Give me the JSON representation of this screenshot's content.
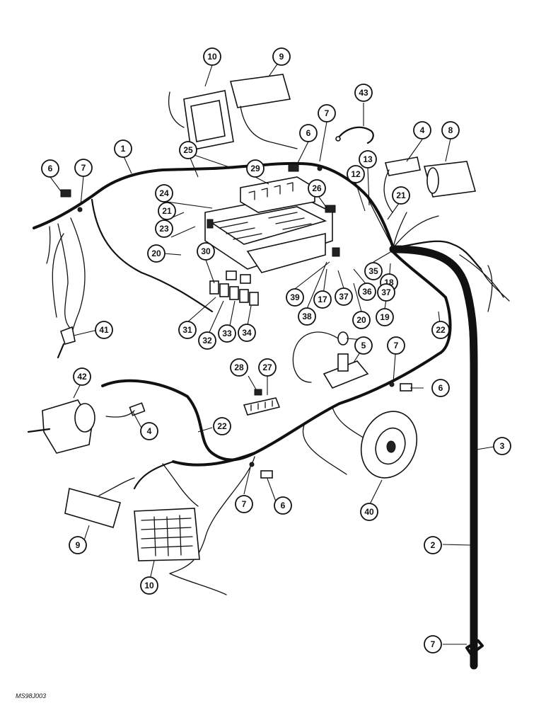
{
  "figure_code": "MS98J003",
  "callouts": [
    {
      "id": "c1",
      "label": "1"
    },
    {
      "id": "c2",
      "label": "2"
    },
    {
      "id": "c3",
      "label": "3"
    },
    {
      "id": "c4a",
      "label": "4"
    },
    {
      "id": "c4b",
      "label": "4"
    },
    {
      "id": "c5",
      "label": "5"
    },
    {
      "id": "c6a",
      "label": "6"
    },
    {
      "id": "c6b",
      "label": "6"
    },
    {
      "id": "c6c",
      "label": "6"
    },
    {
      "id": "c6d",
      "label": "6"
    },
    {
      "id": "c7a",
      "label": "7"
    },
    {
      "id": "c7b",
      "label": "7"
    },
    {
      "id": "c7c",
      "label": "7"
    },
    {
      "id": "c7d",
      "label": "7"
    },
    {
      "id": "c7e",
      "label": "7"
    },
    {
      "id": "c8",
      "label": "8"
    },
    {
      "id": "c9a",
      "label": "9"
    },
    {
      "id": "c9b",
      "label": "9"
    },
    {
      "id": "c10a",
      "label": "10"
    },
    {
      "id": "c10b",
      "label": "10"
    },
    {
      "id": "c12",
      "label": "12"
    },
    {
      "id": "c13",
      "label": "13"
    },
    {
      "id": "c17",
      "label": "17"
    },
    {
      "id": "c18",
      "label": "18"
    },
    {
      "id": "c19",
      "label": "19"
    },
    {
      "id": "c20a",
      "label": "20"
    },
    {
      "id": "c20b",
      "label": "20"
    },
    {
      "id": "c21a",
      "label": "21"
    },
    {
      "id": "c21b",
      "label": "21"
    },
    {
      "id": "c22a",
      "label": "22"
    },
    {
      "id": "c22b",
      "label": "22"
    },
    {
      "id": "c23",
      "label": "23"
    },
    {
      "id": "c24",
      "label": "24"
    },
    {
      "id": "c25",
      "label": "25"
    },
    {
      "id": "c26",
      "label": "26"
    },
    {
      "id": "c27",
      "label": "27"
    },
    {
      "id": "c28",
      "label": "28"
    },
    {
      "id": "c29",
      "label": "29"
    },
    {
      "id": "c30",
      "label": "30"
    },
    {
      "id": "c31",
      "label": "31"
    },
    {
      "id": "c32",
      "label": "32"
    },
    {
      "id": "c33",
      "label": "33"
    },
    {
      "id": "c34",
      "label": "34"
    },
    {
      "id": "c35",
      "label": "35"
    },
    {
      "id": "c36",
      "label": "36"
    },
    {
      "id": "c37a",
      "label": "37"
    },
    {
      "id": "c37b",
      "label": "37"
    },
    {
      "id": "c38",
      "label": "38"
    },
    {
      "id": "c39",
      "label": "39"
    },
    {
      "id": "c40",
      "label": "40"
    },
    {
      "id": "c41",
      "label": "41"
    },
    {
      "id": "c42",
      "label": "42"
    },
    {
      "id": "c43",
      "label": "43"
    }
  ]
}
